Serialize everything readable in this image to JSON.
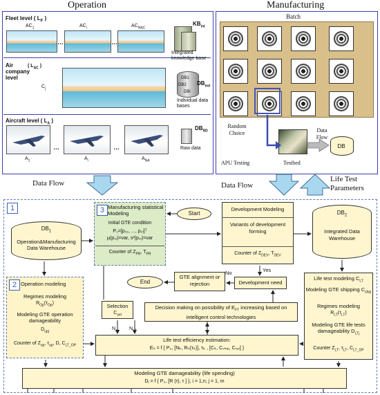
{
  "headers": {
    "operation": "Operation",
    "manufacturing": "Manufacturing"
  },
  "operation": {
    "fleet_level": "Fleet level  ( L",
    "fleet_level_sub": "F",
    "fleet_level_end": " )",
    "ac1": "AC",
    "ac1_sub": "1",
    "aci": "AC",
    "aci_sub": "i",
    "acn": "AC",
    "acn_sub": "NAC",
    "kb": "KB",
    "kb_sub": "int",
    "kb_caption": "Integrated knowledge base",
    "air_company_level": "Air company level",
    "air_company_sub": "( L",
    "air_company_sub2": "AC",
    "air_company_sub3": " )",
    "cj": "C",
    "cj_sub": "j",
    "db1_lbl": "DB1",
    "db2_lbl": "DB2",
    "dbl_lbl": "DBi",
    "dbind": "DB",
    "dbind_sub": "ind",
    "dbind_caption": "Individual data bases",
    "aircraft_level": "Aircraft level  ( L",
    "aircraft_level_sub": "A",
    "aircraft_level_end": " )",
    "a1": "A",
    "a1_sub": "1",
    "ai": "A",
    "ai_sub": "i",
    "an": "A",
    "an_sub": "NA",
    "dbrd": "DB",
    "dbrd_sub": "RD",
    "raw_caption": "Raw data",
    "dots": "…"
  },
  "manufacturing": {
    "batch": "Batch",
    "random_choice": "Random Choice",
    "data_flow": "Data Flow",
    "db": "DB",
    "apu_testing": "APU Testing",
    "testbed": "Testbed"
  },
  "between": {
    "data_flow_left": "Data Flow",
    "data_flow_right": "Data Flow",
    "life_test_params": "Life Test Parameters"
  },
  "bottom": {
    "n1": "1",
    "n2": "2",
    "n3": "3",
    "db1_title": "DB",
    "db1_sub": "1",
    "db1_text": "Operation&Manufacturing Data Warehouse",
    "mfg_model": "Manufacturing statistical Modeling",
    "start": "Start",
    "initial_gte": "Initial GTE condition",
    "p0_line": "P₀=[p₀₁, ..., p₀ₗ]ᵀ",
    "mu_line": "μ(p₀ᵢ)=var, s²(p₀ᵢ)=var",
    "counter_pr": "Counter of Z",
    "counter_pr_sub": "PR",
    "counter_pr_end": ", T",
    "counter_pr_sub2": "PR",
    "dev_modeling": "Development Modeling",
    "variants": "Variants of development forming",
    "counter_dev": "Counter of Z",
    "counter_dev_sub": "DEV",
    "counter_dev_end": ", T",
    "counter_dev_sub2": "DEV",
    "db2_title": "DB",
    "db2_sub": "2",
    "db2_text": "Integrated Data Warehouse",
    "op_modeling": "Operation modeling",
    "regimes": "Regimes modeling",
    "regimes_formula": "R",
    "regimes_formula_sub": "Op",
    "regimes_formula_end": "(τ",
    "regimes_formula_sub2": "Op",
    "regimes_formula_end2": ")",
    "mod_op_dmg": "Modeling GTE operation damageability",
    "d_opj": "D",
    "d_opj_sub": "opj",
    "counter_op": "Counter of Z",
    "counter_op_sub": "op",
    "counter_op_end": ", τ",
    "counter_op_sub2": "op",
    "counter_op_end2": ", D, C",
    "counter_op_sub3": "LT_OP",
    "end": "End",
    "gte_align": "GTE alignment or rejection",
    "dev_need": "Development need",
    "yes": "Yes",
    "no": "No",
    "selection": "Selection",
    "csel": "C",
    "csel_sub": "sel",
    "decision": "Decision making on possibility of E",
    "decision_sub": "FT",
    "decision_end": " increasing based on intelligent control technologies",
    "nop": "N",
    "nop_sub": "op",
    "nlt": "N",
    "nlt_sub": "LT",
    "life_test_est": "Life test efficiency estimation:",
    "elt_formula": "Eₗₜ = f { P₀, [Nₗₜ, Rₗₜ(τₗₜ)], τₗₜ , [Cₗₜ, Cₛₕᵢₚ, Cₛₑₗ] }",
    "lt_modeling": "Life test modeling C",
    "lt_modeling_sub": "LT",
    "ship_model": "Modeling GTE shipping C",
    "ship_model_sub": "ship",
    "lt_regimes": "Regimes modeling",
    "lt_regimes_f": "R",
    "lt_regimes_f_sub": "LT",
    "lt_regimes_f_end": "(τ",
    "lt_regimes_f_sub2": "LT",
    "lt_regimes_f_end2": ")",
    "lt_dmg": "Modeling GTE life tests damageability D",
    "lt_dmg_sub": "LTj",
    "lt_counter": "Counter Z",
    "lt_counter_sub": "LT",
    "lt_counter_end": ", τ",
    "lt_counter_sub2": "LT",
    "lt_counter_end2": ", C",
    "lt_counter_sub3": "LT_OP",
    "dmg_model": "Modeling GTE damageability (life spending)",
    "dmg_formula": "Dⱼ = f { P₀, [R (τ), τ ] }, i = 1,n; j = 1, m"
  },
  "colors": {
    "frame": "#3b3fa8",
    "dashed": "#5a78b8",
    "yellow": "#fff4c8",
    "green": "#dcecc7",
    "arrow": "#a9d7ef"
  }
}
